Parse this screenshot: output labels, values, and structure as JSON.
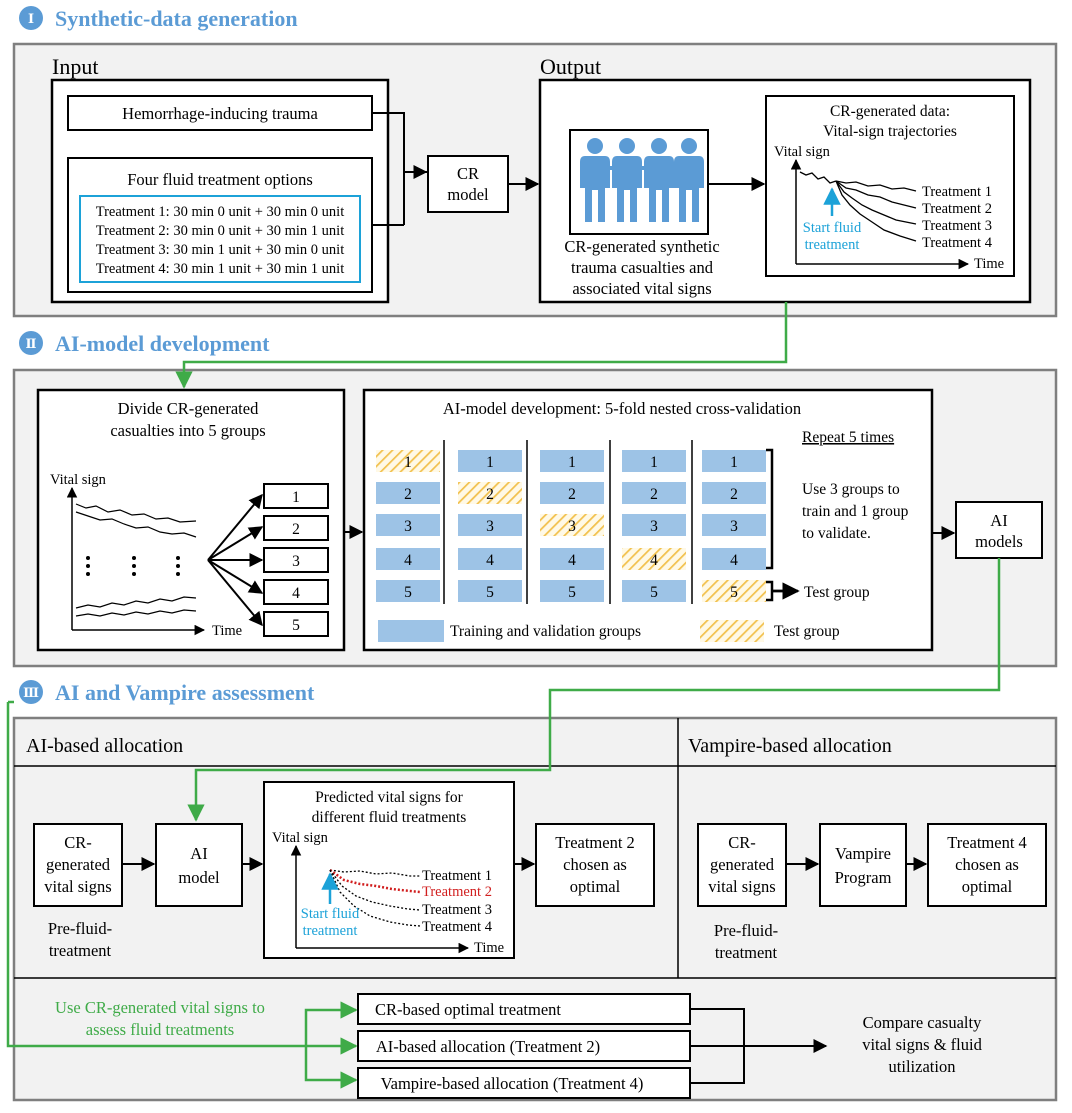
{
  "sections": {
    "s1": {
      "numeral": "Ⅰ",
      "title": "Synthetic-data generation"
    },
    "s2": {
      "numeral": "Ⅱ",
      "title": "AI-model development"
    },
    "s3": {
      "numeral": "Ⅲ",
      "title": "AI and Vampire assessment"
    }
  },
  "panel1": {
    "input_label": "Input",
    "output_label": "Output",
    "hemorrhage": "Hemorrhage-inducing trauma",
    "four_fluid_title": "Four fluid treatment options",
    "treatments": [
      "Treatment 1: 30 min 0 unit + 30 min 0 unit",
      "Treatment 2: 30 min 0 unit + 30 min 1 unit",
      "Treatment 3: 30 min 1 unit + 30 min 0 unit",
      "Treatment 4: 30 min 1 unit + 30 min 1 unit"
    ],
    "cr_model": [
      "CR",
      "model"
    ],
    "people_caption": [
      "CR-generated synthetic",
      "trauma casualties and",
      "associated vital signs"
    ],
    "trajectory_title": [
      "CR-generated data:",
      "Vital-sign trajectories"
    ],
    "vital_sign": "Vital sign",
    "time": "Time",
    "start_fluid": [
      "Start fluid",
      "treatment"
    ],
    "curve_labels": [
      "Treatment 1",
      "Treatment 2",
      "Treatment 3",
      "Treatment 4"
    ]
  },
  "panel2": {
    "divide_title": [
      "Divide CR-generated",
      "casualties into 5 groups"
    ],
    "vital_sign": "Vital sign",
    "time": "Time",
    "groups": [
      "1",
      "2",
      "3",
      "4",
      "5"
    ],
    "cv_title": "AI-model development: 5-fold nested cross-validation",
    "repeat": "Repeat 5 times",
    "grid_numbers": [
      "1",
      "2",
      "3",
      "4",
      "5"
    ],
    "use_groups": [
      "Use 3 groups to",
      "train and 1 group",
      "to validate."
    ],
    "test_group": "Test group",
    "legend_training": "Training and validation groups",
    "legend_test": "Test group",
    "ai_models": [
      "AI",
      "models"
    ],
    "colors": {
      "training": "#9dc3e6",
      "test_stripe": "#f2c14e"
    }
  },
  "panel3": {
    "ai_allocation": "AI-based allocation",
    "vampire_allocation": "Vampire-based allocation",
    "cr_vitals": [
      "CR-",
      "generated",
      "vital signs"
    ],
    "pre_fluid": [
      "Pre-fluid-",
      "treatment"
    ],
    "ai_model": [
      "AI",
      "model"
    ],
    "predicted_title": [
      "Predicted vital signs for",
      "different fluid treatments"
    ],
    "vital_sign": "Vital sign",
    "time": "Time",
    "start_fluid": [
      "Start fluid",
      "treatment"
    ],
    "curve_labels": [
      "Treatment 1",
      "Treatment 2",
      "Treatment 3",
      "Treatment 4"
    ],
    "ai_chosen": [
      "Treatment 2",
      "chosen as",
      "optimal"
    ],
    "vampire_cr_vitals": [
      "CR-",
      "generated",
      "vital signs"
    ],
    "vampire_pre_fluid": [
      "Pre-fluid-",
      "treatment"
    ],
    "vampire_program": [
      "Vampire",
      "Program"
    ],
    "vampire_chosen": [
      "Treatment 4",
      "chosen as",
      "optimal"
    ],
    "use_cr": [
      "Use CR-generated vital signs to",
      "assess fluid treatments"
    ],
    "cr_optimal": "CR-based optimal treatment",
    "ai_based": "AI-based allocation (Treatment 2)",
    "vampire_based": "Vampire-based allocation (Treatment 4)",
    "compare": [
      "Compare casualty",
      "vital signs & fluid",
      "utilization"
    ]
  },
  "colors": {
    "section_title": "#5b9bd5",
    "panel_bg": "#f2f2f2",
    "green_arrow": "#3fab48",
    "highlight_blue": "#1ca2d8",
    "people_blue": "#5b9bd5",
    "optimal_red": "#d11f1f"
  }
}
